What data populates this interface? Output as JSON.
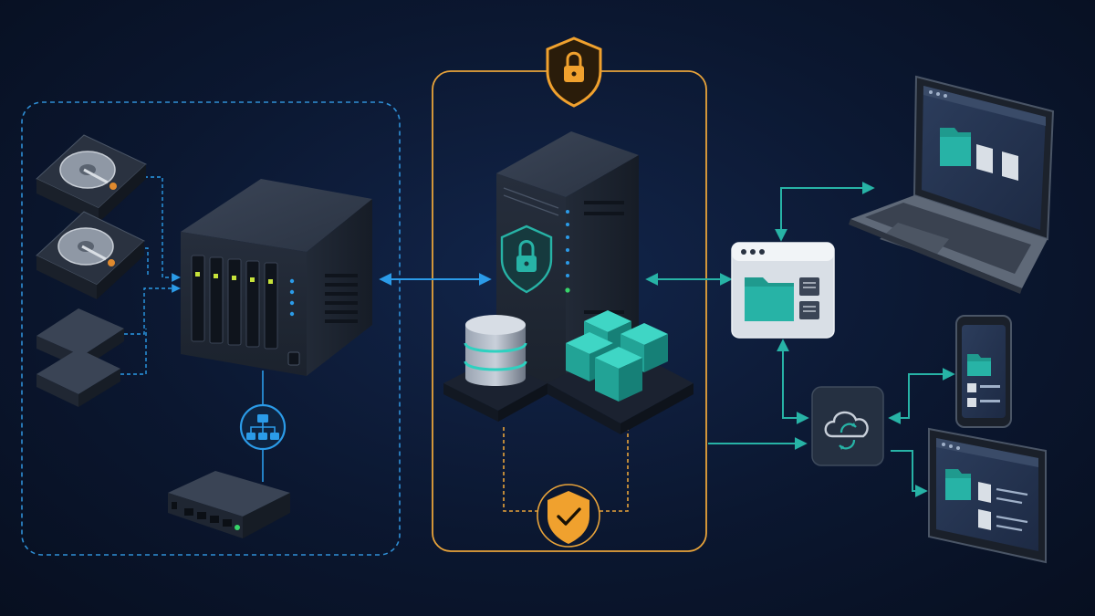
{
  "diagram": {
    "zones": [
      {
        "id": "local-storage-zone",
        "style": "dashed",
        "color": "#2f8fd6"
      },
      {
        "id": "secure-core-zone",
        "style": "solid",
        "color": "#e8a33a"
      }
    ],
    "nodes": [
      {
        "id": "hard-drive-1",
        "icon": "hard-drive-icon"
      },
      {
        "id": "hard-drive-2",
        "icon": "hard-drive-icon"
      },
      {
        "id": "ssd-1",
        "icon": "ssd-icon"
      },
      {
        "id": "ssd-2",
        "icon": "ssd-icon"
      },
      {
        "id": "nas-device",
        "icon": "nas-icon"
      },
      {
        "id": "network-hub",
        "icon": "network-topology-icon"
      },
      {
        "id": "network-switch",
        "icon": "network-switch-icon"
      },
      {
        "id": "secure-server",
        "icon": "server-tower-icon"
      },
      {
        "id": "database",
        "icon": "database-icon"
      },
      {
        "id": "storage-blocks",
        "icon": "storage-cubes-icon"
      },
      {
        "id": "encryption-lock",
        "icon": "lock-shield-icon"
      },
      {
        "id": "integrity-check",
        "icon": "check-shield-icon"
      },
      {
        "id": "file-manager-window",
        "icon": "folder-window-icon"
      },
      {
        "id": "cloud-sync",
        "icon": "cloud-sync-icon"
      },
      {
        "id": "laptop",
        "icon": "laptop-icon"
      },
      {
        "id": "smartphone",
        "icon": "phone-icon"
      },
      {
        "id": "tablet",
        "icon": "tablet-icon"
      }
    ],
    "edges": [
      {
        "from": "hard-drive-1",
        "to": "nas-device",
        "style": "dashed"
      },
      {
        "from": "hard-drive-2",
        "to": "nas-device",
        "style": "dashed"
      },
      {
        "from": "ssd-1",
        "to": "nas-device",
        "style": "dashed"
      },
      {
        "from": "ssd-2",
        "to": "nas-device",
        "style": "dashed"
      },
      {
        "from": "nas-device",
        "to": "network-switch",
        "style": "solid"
      },
      {
        "from": "nas-device",
        "to": "secure-server",
        "style": "bidirectional"
      },
      {
        "from": "secure-server",
        "to": "file-manager-window",
        "style": "bidirectional"
      },
      {
        "from": "file-manager-window",
        "to": "laptop",
        "style": "bidirectional"
      },
      {
        "from": "file-manager-window",
        "to": "cloud-sync",
        "style": "bidirectional"
      },
      {
        "from": "secure-core-zone",
        "to": "cloud-sync",
        "style": "arrow"
      },
      {
        "from": "cloud-sync",
        "to": "smartphone",
        "style": "bidirectional"
      },
      {
        "from": "cloud-sync",
        "to": "tablet",
        "style": "arrow"
      },
      {
        "from": "database",
        "to": "integrity-check",
        "style": "dashed"
      }
    ],
    "colors": {
      "blue": "#2b9be8",
      "teal": "#27b3a6",
      "orange": "#f0a12e",
      "device": "#2a3342",
      "device_dark": "#1a212d"
    }
  }
}
